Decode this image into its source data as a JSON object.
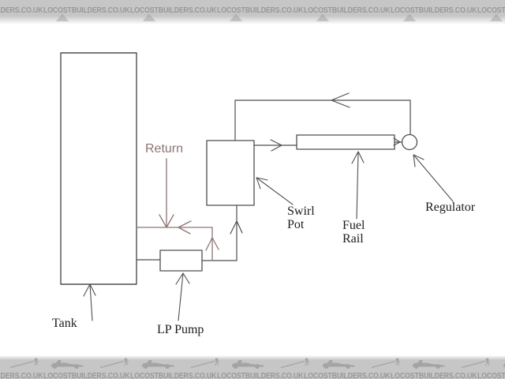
{
  "banner": {
    "text": "LOCOSTBUILDERS.CO.UK",
    "bg_color": "#c6c6c6",
    "text_color": "#989898",
    "icon_color": "#a4a4a4"
  },
  "diagram": {
    "colors": {
      "line": "#4f4f4f",
      "return_line": "#8d7474",
      "label": "#1c1c1c"
    },
    "labels": {
      "tank": "Tank",
      "lp_pump": "LP Pump",
      "swirl_pot": {
        "line1": "Swirl",
        "line2": "Pot"
      },
      "fuel_rail": {
        "line1": "Fuel",
        "line2": "Rail"
      },
      "regulator": "Regulator",
      "return": "Return"
    },
    "components": [
      "Tank",
      "LP Pump",
      "Swirl Pot",
      "Fuel Rail",
      "Regulator"
    ]
  }
}
